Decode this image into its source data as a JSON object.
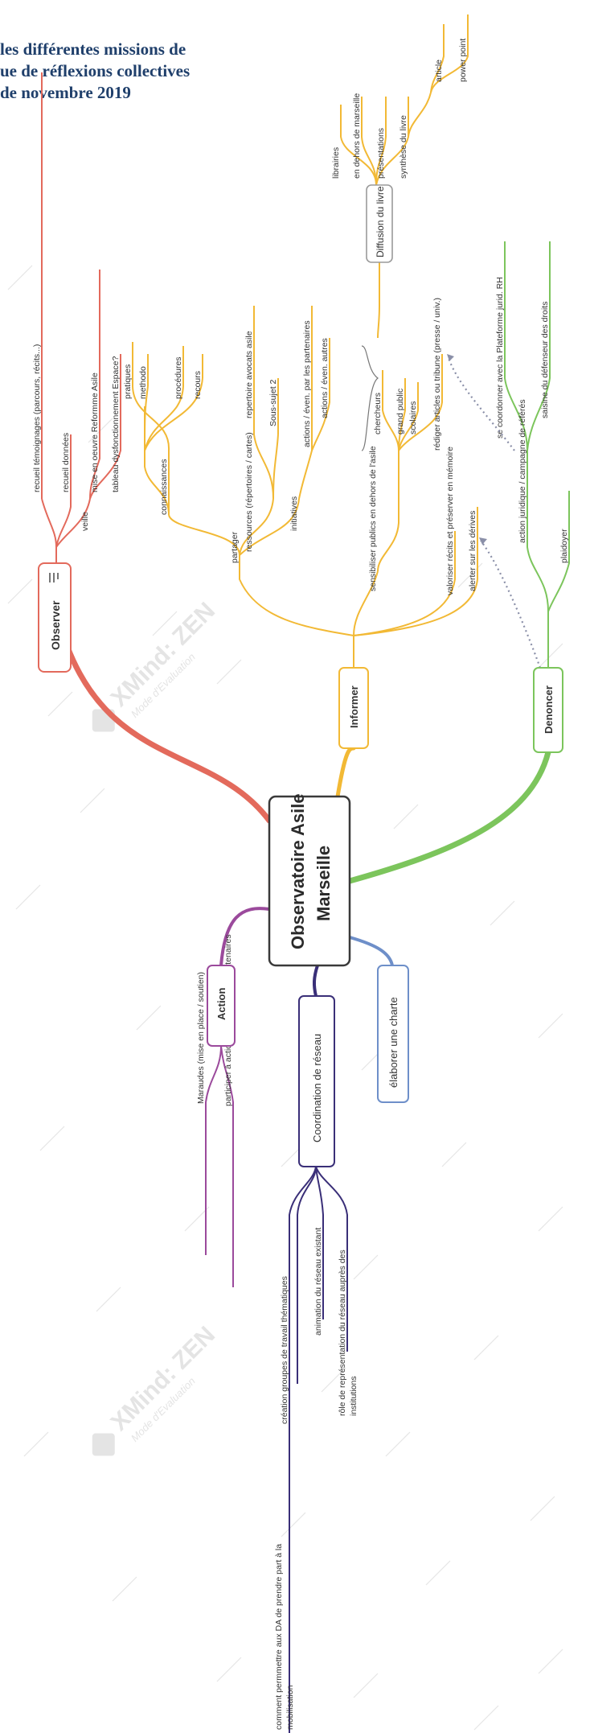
{
  "title": {
    "line1": "les différentes missions de",
    "line2": "ue de réflexions collectives",
    "line3": "de novembre 2019"
  },
  "center": {
    "line1": "Observatoire Asile",
    "line2": "Marseille"
  },
  "branches": {
    "observer": "Observer",
    "informer": "Informer",
    "denoncer": "Denoncer",
    "action": "Action",
    "coordination": "Coordination de réseau",
    "charte": "élaborer une charte",
    "diffusion": "Diffusion du livre"
  },
  "leaves": {
    "recueil_temoignages": "recueil témoignages (parcours, récits...)",
    "recueil_donnees": "recueil données",
    "veille": "veille",
    "mise_en_oeuvre": "mise en oeuvre Reformme Asile",
    "tableau": "tableau dysfonctionnement Espace?",
    "partager": "partager",
    "connaissances": "connaissances",
    "pratiques": "pratiques",
    "methodo": "methodo",
    "procedures": "procédures",
    "recours": "recours",
    "ressources": "ressources (répertoires / cartes)",
    "repertoire_avocats": "repertoire avocats asile",
    "sous_sujet": "Sous-sujet 2",
    "initiatives": "initiatives",
    "actions_partenaires": "actions / éven. par les partenaires",
    "actions_autres": "actions / éven. autres",
    "sensibiliser": "sensibiliser publics en dehors de l'asile",
    "chercheurs": "chercheurs",
    "grand_public": "grand public",
    "scolaires": "scolaires",
    "rediger": "rédiger articles ou tribune (presse / univ.)",
    "valoriser": "valoriser récits et préserver en mémoire",
    "alerter": "alerter sur les dérives",
    "librairies": "librairies",
    "en_dehors": "en dehors de marseille",
    "presentations": "présentations",
    "synthese": "synthèse du livre",
    "article": "article",
    "power_point": "power point",
    "action_juridique": "action juridique / campagne de référés",
    "se_coordonner": "se coordonner avec la Plateforme jurid. RH",
    "saisine": "saisine du défenseur des droits",
    "plaidoyer": "plaidoyer",
    "maraudes": "Maraudes (mise en place / soutien)",
    "participer": "participer à actions proposées par partenaires",
    "creation": "création groupes de travail thématiques",
    "animation": "animation du réseau existant",
    "role_line1": "rôle de représentation du réseau auprès des",
    "role_line2": "institutions",
    "comment_line1": "comment permmettre aux DA de prendre part à la",
    "comment_line2": "mobilisation"
  },
  "watermark": {
    "brand": "XMind: ZEN",
    "mode": "Mode d'Evaluation"
  },
  "colors": {
    "observer": "#e36a5c",
    "informer": "#f2b935",
    "denoncer": "#7cc55c",
    "action": "#9b4a9c",
    "coordination": "#3a2f78",
    "charte": "#6e8fc9",
    "title": "#1f3f6b"
  }
}
